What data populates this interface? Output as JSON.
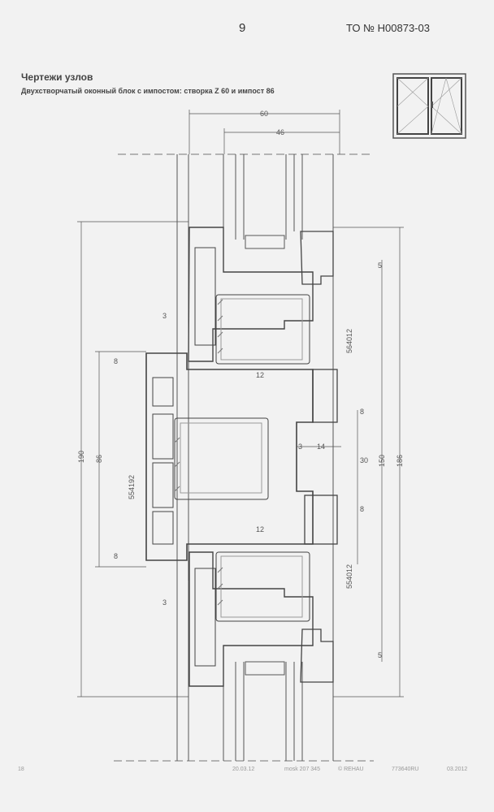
{
  "header": {
    "page_number": "9",
    "document_number": "ТО № Н00873-03"
  },
  "section_title": "Чертежи узлов",
  "subtitle": "Двухстворчатый оконный блок с импостом: створка Z 60 и импост 86",
  "drawing": {
    "dimensions": {
      "top_width": "60",
      "inner_width": "46",
      "overall_left": "190",
      "impost_height": "86",
      "left_gap_top": "8",
      "left_gap_bottom": "8",
      "wall_top": "3",
      "wall_bottom": "3",
      "offset_top": "12",
      "offset_bottom": "12",
      "seal_top": "5",
      "seal_bottom": "5",
      "right_gap_top": "8",
      "right_gap_bottom": "8",
      "center": "30",
      "step": "14",
      "center_wall": "3",
      "right_inner": "150",
      "right_overall": "186"
    },
    "profile_labels": {
      "impost": "554192",
      "sash_top": "564012",
      "sash_bottom": "554012"
    }
  },
  "footer": {
    "page": "18",
    "date": "20.03.12",
    "model": "mosk 207 345",
    "copyright": "© REHAU",
    "code": "773640RU",
    "edition": "03.2012"
  }
}
